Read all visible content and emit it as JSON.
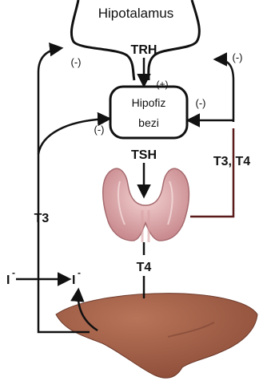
{
  "diagram": {
    "hypothalamus_label": "Hipotalamus",
    "trh_label": "TRH",
    "pituitary_label_line1": "Hipofiz",
    "pituitary_label_line2": "bezi",
    "tsh_label": "TSH",
    "t3_t4_label": "T3, T4",
    "t3_label": "T3",
    "t4_label": "T4",
    "iodide_left_label": "I",
    "iodide_right_label": "I",
    "iodide_charge": "-",
    "stimulation_sign": "(+)",
    "inhibition_sign": "(-)",
    "colors": {
      "line": "#111111",
      "thyroid_fill": "#e4b1b3",
      "thyroid_shadow": "#b9787c",
      "liver_fill": "#a4634a",
      "liver_shadow": "#7b4434",
      "feedback_line": "#5a1a1a"
    }
  }
}
